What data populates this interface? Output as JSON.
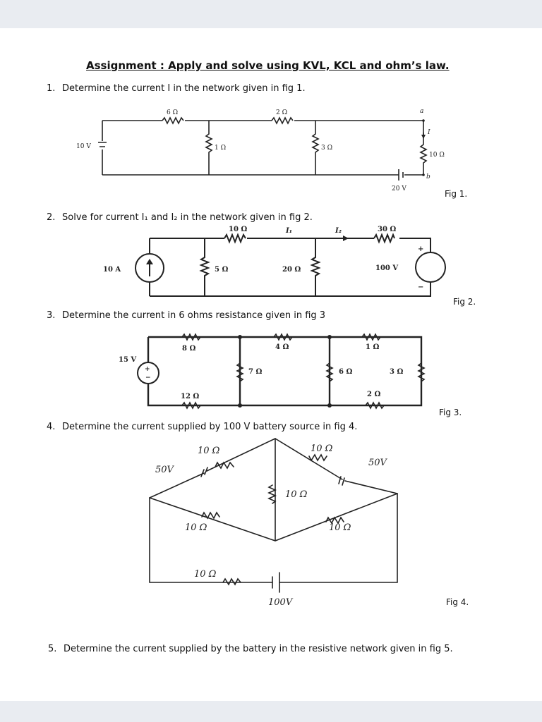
{
  "title": "Assignment : Apply and solve using KVL, KCL and ohm’s law.",
  "questions": [
    {
      "num": "1.",
      "text": "Determine the current I in the network given in fig 1."
    },
    {
      "num": "2.",
      "text": "Solve for current I₁ and I₂ in the network given in fig 2."
    },
    {
      "num": "3.",
      "text": "Determine the current  in 6 ohms resistance  given in  fig 3"
    },
    {
      "num": "4.",
      "text": "Determine the current supplied by 100 V battery source in fig 4."
    },
    {
      "num": "5.",
      "text": "Determine the current supplied by the battery in the resistive network given in fig 5."
    }
  ],
  "captions": {
    "fig1": "Fig  1.",
    "fig2": "Fig 2.",
    "fig3": "Fig 3.",
    "fig4": "Fig 4."
  },
  "fig1": {
    "r1": "6 Ω",
    "r2": "2 Ω",
    "r3": "1 Ω",
    "r4": "3 Ω",
    "r5": "10 Ω",
    "vs": "10 V",
    "vb": "20 V",
    "node_a": "a",
    "node_b": "b",
    "current": "I"
  },
  "fig2": {
    "cs": "10 A",
    "r1": "10 Ω",
    "r2": "5 Ω",
    "r3": "20 Ω",
    "r4": "30 Ω",
    "vs": "100 V",
    "i1": "I₁",
    "i2": "I₂",
    "plus": "+",
    "minus": "−"
  },
  "fig3": {
    "vs": "15 V",
    "r1": "8 Ω",
    "r2": "4 Ω",
    "r3": "1 Ω",
    "r4": "7 Ω",
    "r5": "6 Ω",
    "r6": "3 Ω",
    "r7": "12 Ω",
    "r8": "2 Ω",
    "plus": "+",
    "minus": "−"
  },
  "fig4": {
    "r_top_left": "10 Ω",
    "r_top_right": "10 Ω",
    "r_middle": "10 Ω",
    "r_lower_left": "10 Ω",
    "r_lower_right": "10 Ω",
    "r_bottom": "10 Ω",
    "v_left": "50V",
    "v_right": "50V",
    "v_bottom": "100V"
  }
}
